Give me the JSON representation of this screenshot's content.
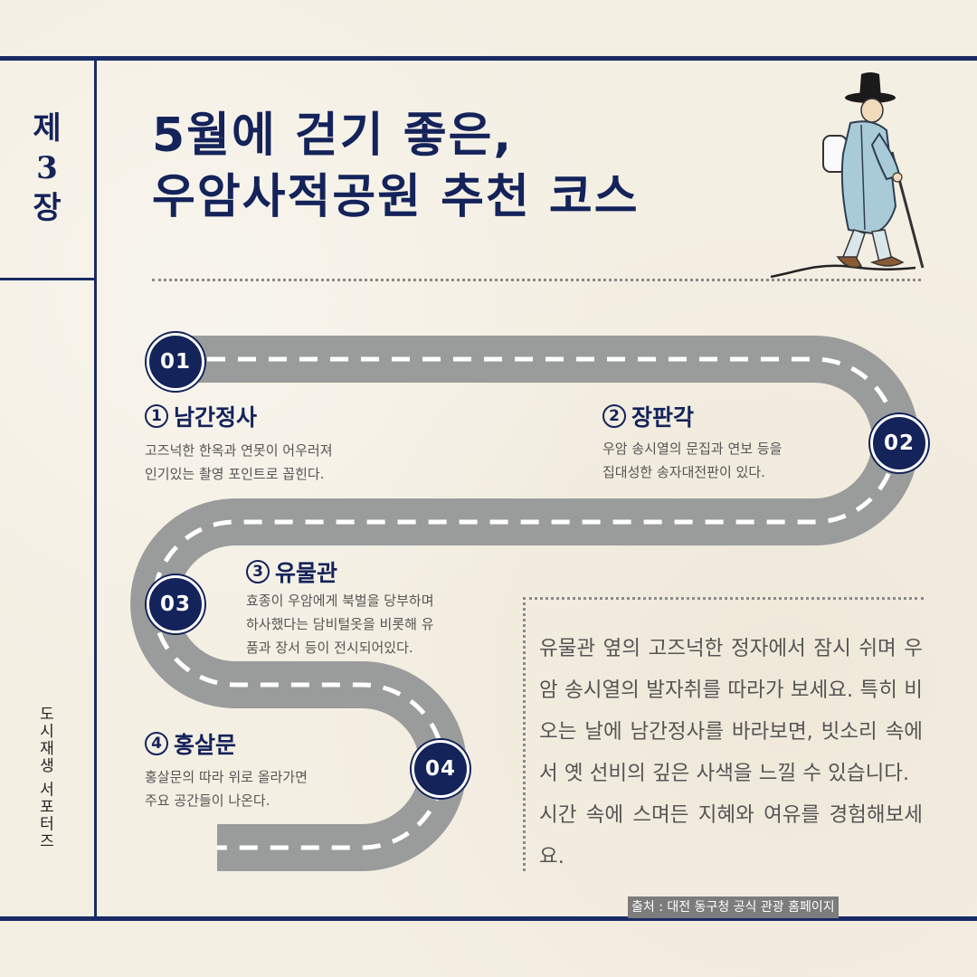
{
  "chapter": {
    "line1": "제",
    "line2": "3",
    "line3": "장"
  },
  "brand": "도시재생 서포터즈",
  "title": {
    "line1": "5월에 걷기 좋은,",
    "line2": "우암사적공원 추천 코스"
  },
  "stops": [
    {
      "badge": "01",
      "num": "1",
      "name": "남간정사",
      "desc_lines": [
        "고즈넉한 한옥과 연못이 어우러져",
        "인기있는 촬영 포인트로 꼽힌다."
      ]
    },
    {
      "badge": "02",
      "num": "2",
      "name": "장판각",
      "desc_lines": [
        "우암 송시열의 문집과 연보 등을",
        "집대성한 송자대전판이 있다."
      ]
    },
    {
      "badge": "03",
      "num": "3",
      "name": "유물관",
      "desc_lines": [
        "효종이 우암에게 북벌을 당부하며",
        "하사했다는 담비털옷을 비롯해 유",
        "품과 장서 등이 전시되어있다."
      ]
    },
    {
      "badge": "04",
      "num": "4",
      "name": "홍살문",
      "desc_lines": [
        "홍살문의 따라 위로 올라가면",
        "주요 공간들이 나온다."
      ]
    }
  ],
  "note": {
    "p1": " 유물관 옆의 고즈넉한 정자에서 잠시 쉬며 우암 송시열의 발자취를 따라가 보세요. 특히 비 오는 날에 남간정사를 바라보면, 빗소리 속에서 옛 선비의 깊은 사색을 느낄 수 있습니다.",
    "p2": " 시간 속에 스며든 지혜와 여유를 경험해보세요."
  },
  "source": "출처 : 대전 동구청 공식 관광 홈페이지",
  "colors": {
    "navy": "#14235a",
    "road": "#9a9c9c",
    "paper": "#f4efe3",
    "text_gray": "#555555"
  }
}
